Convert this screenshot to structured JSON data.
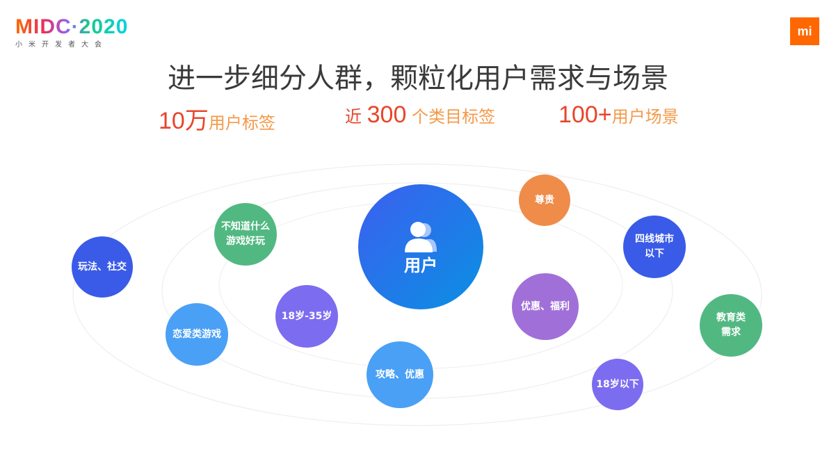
{
  "logo": {
    "main": "MIDC·2020",
    "sub": "小米开发者大会",
    "mi": "mi"
  },
  "title": "进一步细分人群，颗粒化用户需求与场景",
  "stats": [
    {
      "prefix": "",
      "number": "10万",
      "text": "用户标签"
    },
    {
      "prefix": "近 ",
      "number": "300",
      "text": " 个类目标签"
    },
    {
      "prefix": "",
      "number": "100+",
      "text": "用户场景"
    }
  ],
  "center": {
    "label": "用户",
    "icon": "user-group-icon"
  },
  "bubbles": [
    {
      "label": "玩法、社交",
      "color": "#3a5be8"
    },
    {
      "label": "不知道什么\n游戏好玩",
      "color": "#52b882"
    },
    {
      "label": "恋爱类游戏",
      "color": "#4aa0f5"
    },
    {
      "label": "18岁-35岁",
      "color": "#7c6cf0"
    },
    {
      "label": "攻略、优惠",
      "color": "#4aa0f5"
    },
    {
      "label": "尊贵",
      "color": "#ef8c4a"
    },
    {
      "label": "优惠、福利",
      "color": "#a070d8"
    },
    {
      "label": "四线城市\n以下",
      "color": "#3a5be8"
    },
    {
      "label": "教育类\n需求",
      "color": "#52b882"
    },
    {
      "label": "18岁以下",
      "color": "#7c6cf0"
    }
  ]
}
